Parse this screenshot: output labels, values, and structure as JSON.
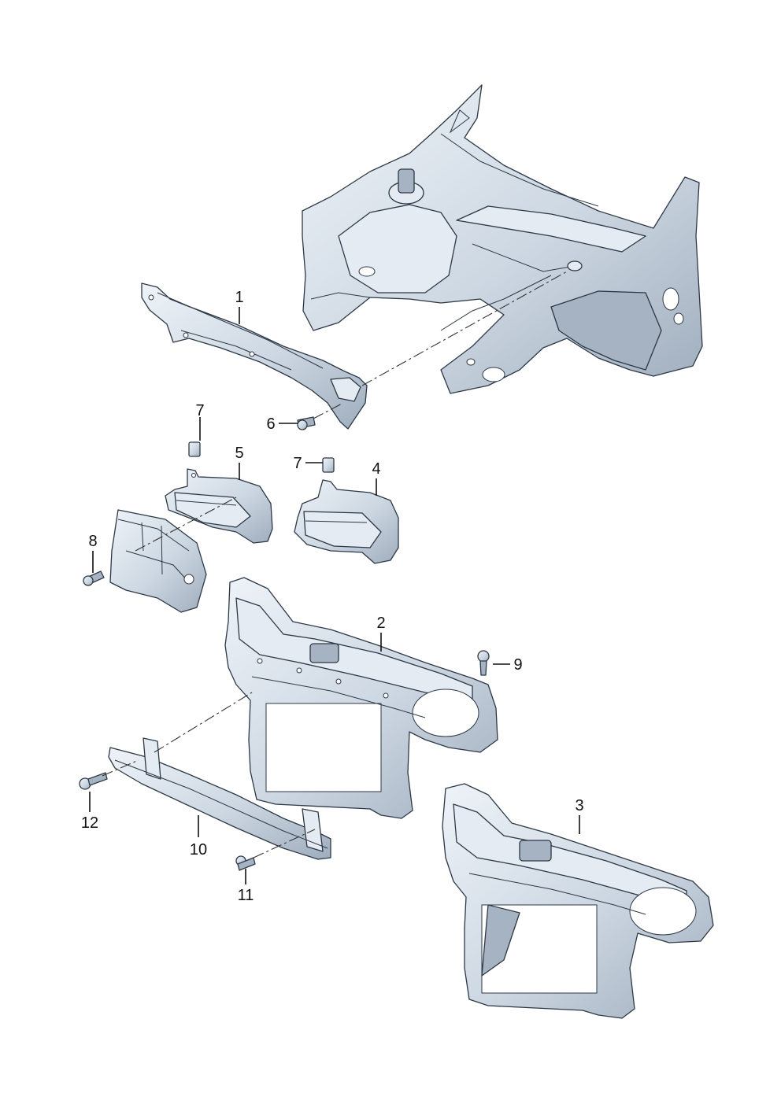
{
  "callouts": [
    {
      "id": "1",
      "label": "1"
    },
    {
      "id": "2",
      "label": "2"
    },
    {
      "id": "3",
      "label": "3"
    },
    {
      "id": "4",
      "label": "4"
    },
    {
      "id": "5",
      "label": "5"
    },
    {
      "id": "6",
      "label": "6"
    },
    {
      "id": "7a",
      "label": "7"
    },
    {
      "id": "7b",
      "label": "7"
    },
    {
      "id": "8",
      "label": "8"
    },
    {
      "id": "9",
      "label": "9"
    },
    {
      "id": "10",
      "label": "10"
    },
    {
      "id": "11",
      "label": "11"
    },
    {
      "id": "12",
      "label": "12"
    }
  ],
  "colors": {
    "metal_light": "#e8eef5",
    "metal_mid": "#c9d3de",
    "metal_dark": "#98a6b6",
    "outline": "#2c3845"
  }
}
